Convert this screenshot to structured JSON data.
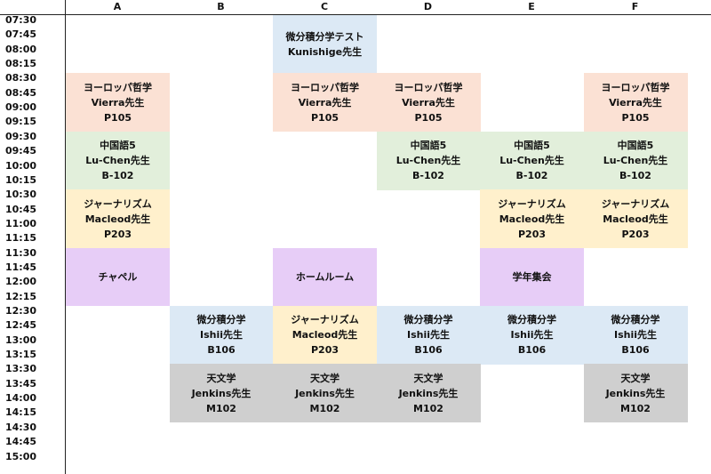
{
  "columns": [
    "A",
    "B",
    "C",
    "D",
    "E",
    "F"
  ],
  "times": [
    "07:30",
    "07:45",
    "08:00",
    "08:15",
    "08:30",
    "08:45",
    "09:00",
    "09:15",
    "09:30",
    "09:45",
    "10:00",
    "10:15",
    "10:30",
    "10:45",
    "11:00",
    "11:15",
    "11:30",
    "11:45",
    "12:00",
    "12:15",
    "12:30",
    "12:45",
    "13:00",
    "13:15",
    "13:30",
    "13:45",
    "14:00",
    "14:15",
    "14:30",
    "14:45",
    "15:00"
  ],
  "colors": {
    "test": "#dce9f5",
    "philosophy": "#fbe1d4",
    "chinese": "#e2efdb",
    "journalism": "#fff0cc",
    "assembly": "#e7cdf7",
    "calculus": "#dce9f5",
    "astronomy": "#cfcfcf"
  },
  "events": [
    {
      "col": 2,
      "start": 0,
      "span": 4,
      "kind": "test",
      "lines": [
        "微分積分学テスト",
        "Kunishige先生"
      ]
    },
    {
      "col": 0,
      "start": 4,
      "span": 4,
      "kind": "philosophy",
      "lines": [
        "ヨーロッパ哲学",
        "Vierra先生",
        "P105"
      ]
    },
    {
      "col": 2,
      "start": 4,
      "span": 4,
      "kind": "philosophy",
      "lines": [
        "ヨーロッパ哲学",
        "Vierra先生",
        "P105"
      ]
    },
    {
      "col": 3,
      "start": 4,
      "span": 4,
      "kind": "philosophy",
      "lines": [
        "ヨーロッパ哲学",
        "Vierra先生",
        "P105"
      ]
    },
    {
      "col": 5,
      "start": 4,
      "span": 4,
      "kind": "philosophy",
      "lines": [
        "ヨーロッパ哲学",
        "Vierra先生",
        "P105"
      ]
    },
    {
      "col": 0,
      "start": 8,
      "span": 4,
      "kind": "chinese",
      "lines": [
        "中国語5",
        "Lu-Chen先生",
        "B-102"
      ]
    },
    {
      "col": 3,
      "start": 8,
      "span": 4,
      "kind": "chinese",
      "lines": [
        "中国語5",
        "Lu-Chen先生",
        "B-102"
      ]
    },
    {
      "col": 4,
      "start": 8,
      "span": 4,
      "kind": "chinese",
      "lines": [
        "中国語5",
        "Lu-Chen先生",
        "B-102"
      ]
    },
    {
      "col": 5,
      "start": 8,
      "span": 4,
      "kind": "chinese",
      "lines": [
        "中国語5",
        "Lu-Chen先生",
        "B-102"
      ]
    },
    {
      "col": 0,
      "start": 12,
      "span": 4,
      "kind": "journalism",
      "lines": [
        "ジャーナリズム",
        "Macleod先生",
        "P203"
      ]
    },
    {
      "col": 4,
      "start": 12,
      "span": 4,
      "kind": "journalism",
      "lines": [
        "ジャーナリズム",
        "Macleod先生",
        "P203"
      ]
    },
    {
      "col": 5,
      "start": 12,
      "span": 4,
      "kind": "journalism",
      "lines": [
        "ジャーナリズム",
        "Macleod先生",
        "P203"
      ]
    },
    {
      "col": 0,
      "start": 16,
      "span": 4,
      "kind": "assembly",
      "lines": [
        "チャペル"
      ]
    },
    {
      "col": 2,
      "start": 16,
      "span": 4,
      "kind": "assembly",
      "lines": [
        "ホームルーム"
      ]
    },
    {
      "col": 4,
      "start": 16,
      "span": 4,
      "kind": "assembly",
      "lines": [
        "学年集会"
      ]
    },
    {
      "col": 1,
      "start": 20,
      "span": 4,
      "kind": "calculus",
      "lines": [
        "微分積分学",
        "Ishii先生",
        "B106"
      ]
    },
    {
      "col": 2,
      "start": 20,
      "span": 4,
      "kind": "journalism",
      "lines": [
        "ジャーナリズム",
        "Macleod先生",
        "P203"
      ]
    },
    {
      "col": 3,
      "start": 20,
      "span": 4,
      "kind": "calculus",
      "lines": [
        "微分積分学",
        "Ishii先生",
        "B106"
      ]
    },
    {
      "col": 4,
      "start": 20,
      "span": 4,
      "kind": "calculus",
      "lines": [
        "微分積分学",
        "Ishii先生",
        "B106"
      ]
    },
    {
      "col": 5,
      "start": 20,
      "span": 4,
      "kind": "calculus",
      "lines": [
        "微分積分学",
        "Ishii先生",
        "B106"
      ]
    },
    {
      "col": 1,
      "start": 24,
      "span": 4,
      "kind": "astronomy",
      "lines": [
        "天文学",
        "Jenkins先生",
        "M102"
      ]
    },
    {
      "col": 2,
      "start": 24,
      "span": 4,
      "kind": "astronomy",
      "lines": [
        "天文学",
        "Jenkins先生",
        "M102"
      ]
    },
    {
      "col": 3,
      "start": 24,
      "span": 4,
      "kind": "astronomy",
      "lines": [
        "天文学",
        "Jenkins先生",
        "M102"
      ]
    },
    {
      "col": 5,
      "start": 24,
      "span": 4,
      "kind": "astronomy",
      "lines": [
        "天文学",
        "Jenkins先生",
        "M102"
      ]
    }
  ]
}
